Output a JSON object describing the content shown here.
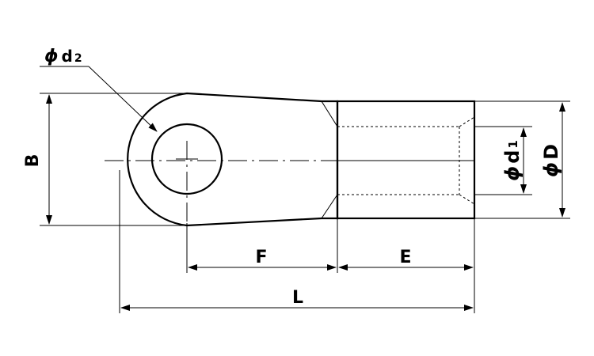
{
  "labels": {
    "phi": "ϕ",
    "d_letter": "d",
    "d2_sub": "2",
    "d1_sub": "1",
    "B": "B",
    "F": "F",
    "E": "E",
    "L": "L",
    "D": "D"
  },
  "colors": {
    "line": "#000000",
    "background": "#ffffff"
  }
}
